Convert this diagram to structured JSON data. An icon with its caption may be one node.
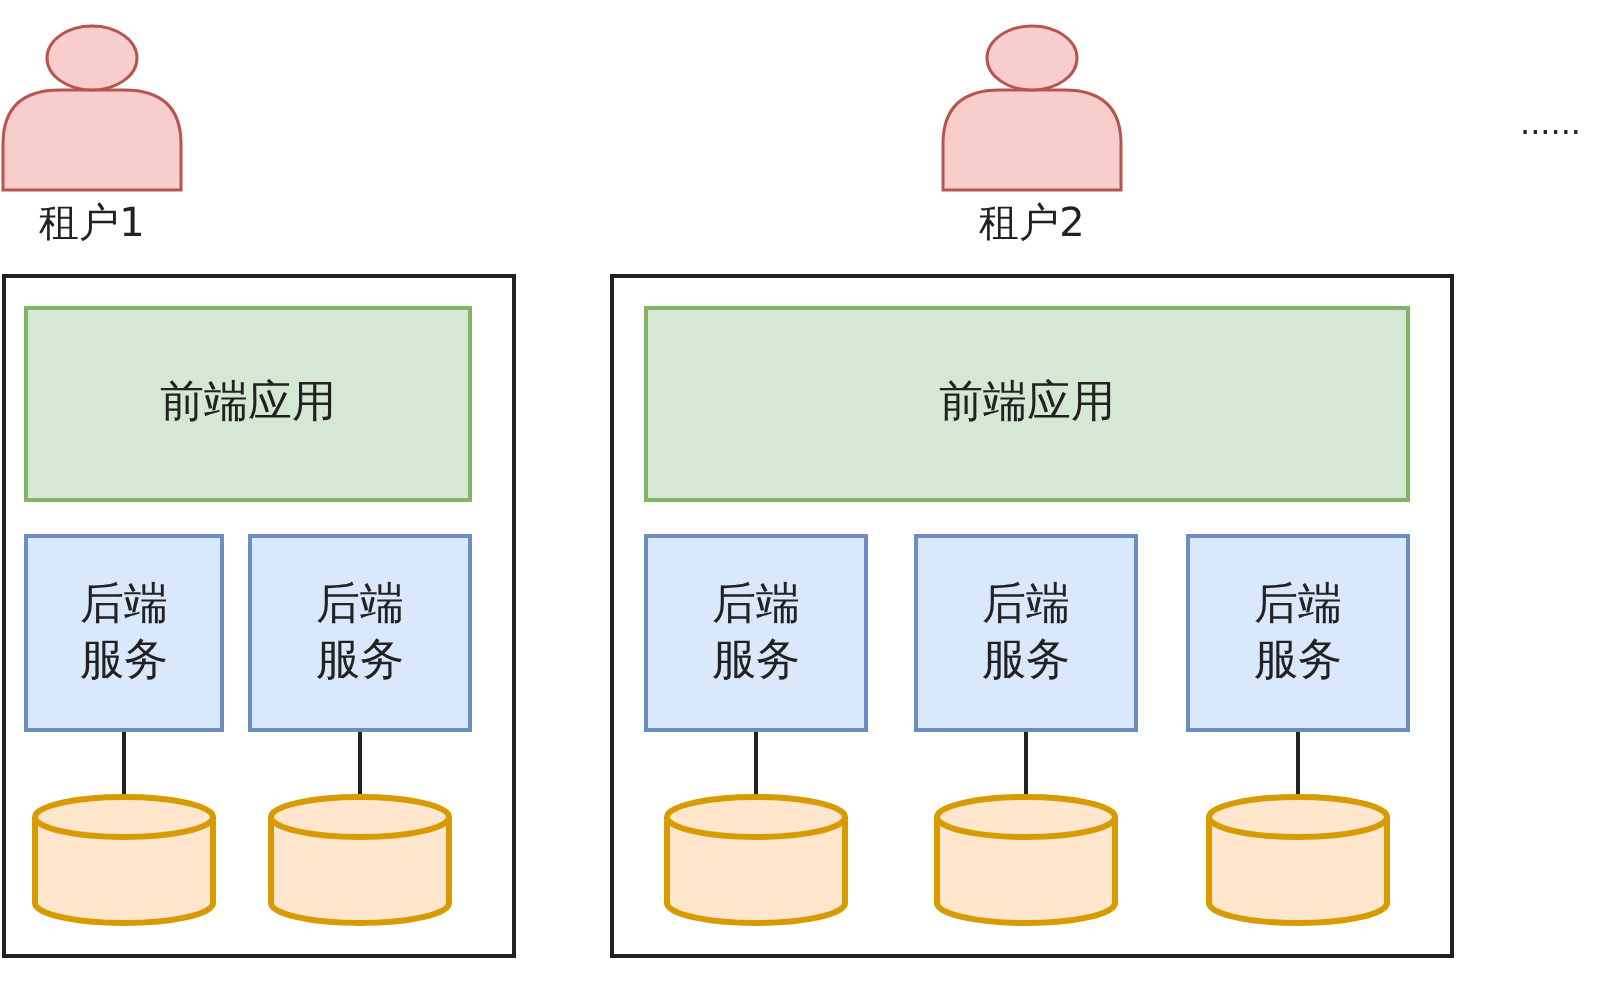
{
  "diagram": {
    "nodes": [
      {
        "text": [],
        "shape": "person",
        "beside": [
          "租户1"
        ]
      },
      {
        "text": [],
        "shape": "box"
      },
      {
        "text": [
          "前端应用"
        ],
        "in": 1
      },
      {
        "text": [
          "后端服务"
        ],
        "in": 1
      },
      {
        "text": [
          "后端服务"
        ],
        "in": 1
      },
      {
        "text": [],
        "shape": "cylinder",
        "in": 1
      },
      {
        "text": [],
        "shape": "cylinder",
        "in": 1
      },
      {
        "text": [],
        "shape": "person",
        "beside": [
          "租户2"
        ]
      },
      {
        "text": [],
        "shape": "box"
      },
      {
        "text": [
          "前端应用"
        ],
        "in": 8
      },
      {
        "text": [
          "后端服务"
        ],
        "in": 8
      },
      {
        "text": [
          "后端服务"
        ],
        "in": 8
      },
      {
        "text": [
          "后端服务"
        ],
        "in": 8
      },
      {
        "text": [],
        "shape": "cylinder",
        "in": 8
      },
      {
        "text": [],
        "shape": "cylinder",
        "in": 8
      },
      {
        "text": [],
        "shape": "cylinder",
        "in": 8
      }
    ],
    "edges": [
      {
        "from": 3,
        "to": 5,
        "arrow": "none"
      },
      {
        "from": 4,
        "to": 6,
        "arrow": "none"
      },
      {
        "from": 10,
        "to": 13,
        "arrow": "none"
      },
      {
        "from": 11,
        "to": 14,
        "arrow": "none"
      },
      {
        "from": 12,
        "to": 15,
        "arrow": "none"
      }
    ],
    "labels": [
      "......"
    ]
  }
}
